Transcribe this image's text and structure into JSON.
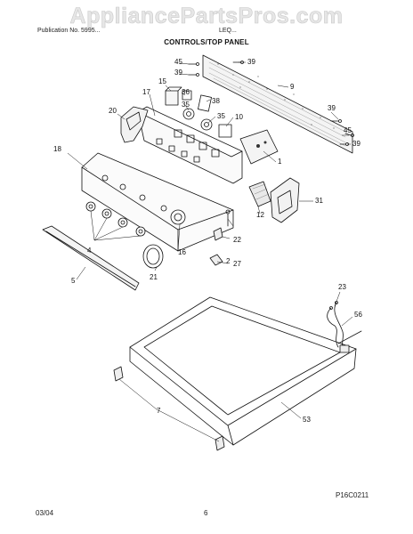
{
  "watermark": "AppliancePartsPros.com",
  "header": {
    "publication": "Publication No. 5995...",
    "model": "LEQ...",
    "section_title": "CONTROLS/TOP PANEL"
  },
  "callouts": [
    "45",
    "39",
    "39",
    "9",
    "15",
    "17",
    "36",
    "35",
    "38",
    "35",
    "10",
    "20",
    "39",
    "45",
    "39",
    "1",
    "18",
    "31",
    "12",
    "22",
    "2",
    "4",
    "16",
    "27",
    "21",
    "5",
    "23",
    "56",
    "7",
    "53"
  ],
  "figure_code": "P16C0211",
  "footer": {
    "date": "03/04",
    "page": "6"
  }
}
